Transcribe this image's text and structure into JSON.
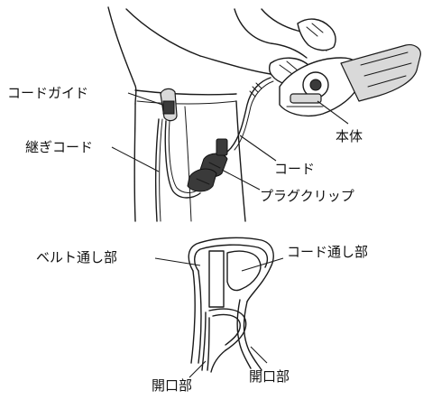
{
  "labels": {
    "cord_guide": "コードガイド",
    "extension_cord": "継ぎコード",
    "main_unit": "本体",
    "cord": "コード",
    "plug_clip": "プラグクリップ",
    "belt_passage": "ベルト通し部",
    "cord_passage": "コード通し部",
    "opening_left": "開口部",
    "opening_right": "開口部"
  }
}
